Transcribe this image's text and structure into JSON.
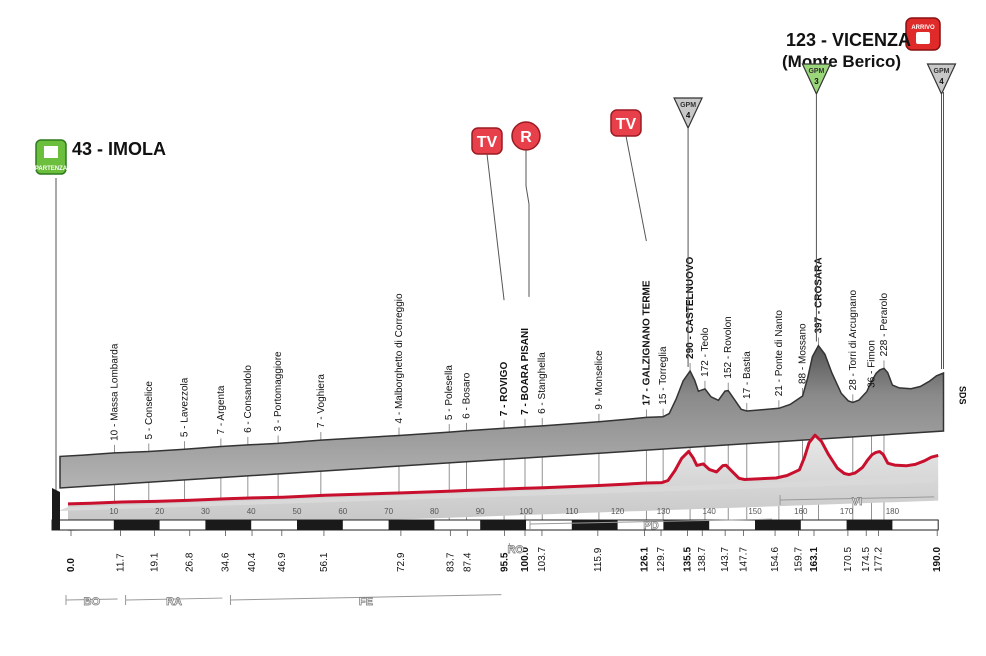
{
  "start": {
    "label": "43 - IMOLA",
    "sign": "PARTENZA"
  },
  "finish": {
    "label1": "123 - VICENZA",
    "label2": "(Monte Berico)",
    "sign": "ARRIVO"
  },
  "total_km": 190.0,
  "gpm_markers": [
    {
      "km": 135.5,
      "cat": "4",
      "text": "GPM",
      "color": "#c8c8c8"
    },
    {
      "km": 163.1,
      "cat": "3",
      "text": "GPM",
      "color": "#9bd67a"
    },
    {
      "km": 190.0,
      "cat": "4",
      "text": "GPM",
      "color": "#c8c8c8"
    }
  ],
  "badges": [
    {
      "km": 95.5,
      "text": "TV"
    },
    {
      "km": 100.0,
      "text": "R"
    },
    {
      "km": 126.1,
      "text": "TV"
    }
  ],
  "places": [
    {
      "km": 11.7,
      "elev": "10",
      "name": "Massa Lombarda"
    },
    {
      "km": 19.1,
      "elev": "5",
      "name": "Conselice"
    },
    {
      "km": 26.8,
      "elev": "5",
      "name": "Lavezzola"
    },
    {
      "km": 34.6,
      "elev": "7",
      "name": "Argenta"
    },
    {
      "km": 40.4,
      "elev": "6",
      "name": "Consandolo"
    },
    {
      "km": 46.9,
      "elev": "3",
      "name": "Portomaggiore"
    },
    {
      "km": 56.1,
      "elev": "7",
      "name": "Voghiera"
    },
    {
      "km": 72.9,
      "elev": "4",
      "name": "Malborghetto di Correggio"
    },
    {
      "km": 83.7,
      "elev": "5",
      "name": "Polesella"
    },
    {
      "km": 87.4,
      "elev": "6",
      "name": "Bosaro"
    },
    {
      "km": 95.5,
      "elev": "7",
      "name": "ROVIGO",
      "bold": true
    },
    {
      "km": 100.0,
      "elev": "7",
      "name": "BOARA PISANI",
      "bold": true
    },
    {
      "km": 103.7,
      "elev": "6",
      "name": "Stanghella"
    },
    {
      "km": 115.9,
      "elev": "9",
      "name": "Monselice"
    },
    {
      "km": 126.1,
      "elev": "17",
      "name": "GALZIGNANO TERME",
      "bold": true
    },
    {
      "km": 129.7,
      "elev": "15",
      "name": "Torreglia"
    },
    {
      "km": 135.5,
      "elev": "290",
      "name": "CASTELNUOVO",
      "bold": true
    },
    {
      "km": 138.7,
      "elev": "172",
      "name": "Teolo"
    },
    {
      "km": 143.7,
      "elev": "152",
      "name": "Rovolon"
    },
    {
      "km": 147.7,
      "elev": "17",
      "name": "Bastia"
    },
    {
      "km": 154.6,
      "elev": "21",
      "name": "Ponte di Nanto"
    },
    {
      "km": 159.7,
      "elev": "88",
      "name": "Mossano"
    },
    {
      "km": 163.1,
      "elev": "397",
      "name": "CROSARA",
      "bold": true
    },
    {
      "km": 170.5,
      "elev": "28",
      "name": "Torri di Arcugnano"
    },
    {
      "km": 174.5,
      "elev": "36",
      "name": "Fimon"
    },
    {
      "km": 177.2,
      "elev": "228",
      "name": "Perarolo"
    }
  ],
  "distance_labels": [
    "0.0",
    "11.7",
    "19.1",
    "26.8",
    "34.6",
    "40.4",
    "46.9",
    "56.1",
    "72.9",
    "83.7",
    "87.4",
    "95.5",
    "100.0",
    "103.7",
    "115.9",
    "126.1",
    "129.7",
    "135.5",
    "138.7",
    "143.7",
    "147.7",
    "154.6",
    "159.7",
    "163.1",
    "170.5",
    "174.5",
    "177.2",
    "190.0"
  ],
  "bold_distances": [
    "0.0",
    "95.5",
    "100.0",
    "126.1",
    "135.5",
    "163.1",
    "190.0"
  ],
  "km_ticks": [
    0,
    10,
    20,
    30,
    40,
    50,
    60,
    70,
    80,
    90,
    100,
    110,
    120,
    130,
    140,
    150,
    160,
    170,
    180
  ],
  "provinces": [
    {
      "code": "BO",
      "from": 0,
      "to": 11.7
    },
    {
      "code": "RA",
      "from": 11.7,
      "to": 34.6
    },
    {
      "code": "FE",
      "from": 34.6,
      "to": 95.5
    },
    {
      "code": "RO",
      "from": 95.5,
      "to": 100.0
    },
    {
      "code": "PD",
      "from": 100.0,
      "to": 154.6
    },
    {
      "code": "VI",
      "from": 154.6,
      "to": 190.0
    }
  ],
  "sds": "SDS",
  "profile": [
    [
      0,
      10
    ],
    [
      5,
      9
    ],
    [
      11.7,
      10
    ],
    [
      19.1,
      5
    ],
    [
      26.8,
      5
    ],
    [
      34.6,
      7
    ],
    [
      40.4,
      6
    ],
    [
      46.9,
      3
    ],
    [
      56.1,
      7
    ],
    [
      72.9,
      4
    ],
    [
      83.7,
      5
    ],
    [
      87.4,
      6
    ],
    [
      95.5,
      7
    ],
    [
      100,
      7
    ],
    [
      103.7,
      6
    ],
    [
      115.9,
      9
    ],
    [
      122,
      13
    ],
    [
      126.1,
      17
    ],
    [
      129.7,
      15
    ],
    [
      131,
      32
    ],
    [
      132.5,
      120
    ],
    [
      134,
      230
    ],
    [
      135.5,
      290
    ],
    [
      136.5,
      230
    ],
    [
      137.3,
      160
    ],
    [
      138.7,
      172
    ],
    [
      140,
      120
    ],
    [
      141.6,
      95
    ],
    [
      143,
      150
    ],
    [
      143.7,
      152
    ],
    [
      145,
      95
    ],
    [
      146.5,
      30
    ],
    [
      147.7,
      17
    ],
    [
      150,
      18
    ],
    [
      154.6,
      21
    ],
    [
      157,
      40
    ],
    [
      159.7,
      88
    ],
    [
      160.8,
      200
    ],
    [
      161.8,
      330
    ],
    [
      163.1,
      397
    ],
    [
      164.5,
      340
    ],
    [
      166,
      220
    ],
    [
      168,
      90
    ],
    [
      169.5,
      40
    ],
    [
      170.5,
      28
    ],
    [
      171.8,
      40
    ],
    [
      172.5,
      60
    ],
    [
      173.5,
      90
    ],
    [
      174.5,
      150
    ],
    [
      175.5,
      200
    ],
    [
      176.3,
      220
    ],
    [
      177.2,
      228
    ],
    [
      178,
      200
    ],
    [
      179,
      120
    ],
    [
      180.5,
      100
    ],
    [
      183,
      90
    ],
    [
      185,
      100
    ],
    [
      187,
      130
    ],
    [
      188.5,
      160
    ],
    [
      190,
      175
    ]
  ]
}
